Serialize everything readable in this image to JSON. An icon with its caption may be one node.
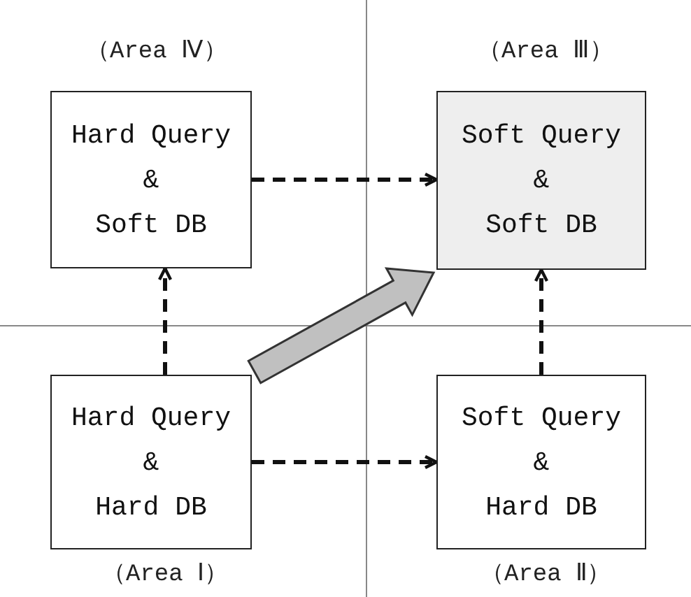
{
  "diagram": {
    "nodes": [
      {
        "text": [
          "Hard Query",
          "&",
          "Soft DB"
        ],
        "beside": [
          "（Area Ⅳ）"
        ]
      },
      {
        "text": [
          "Soft Query",
          "&",
          "Soft DB"
        ],
        "beside": [
          "（Area Ⅲ）"
        ]
      },
      {
        "text": [
          "Hard Query",
          "&",
          "Hard DB"
        ],
        "beside": [
          "（Area Ⅰ）"
        ]
      },
      {
        "text": [
          "Soft Query",
          "&",
          "Hard DB"
        ],
        "beside": [
          "（Area Ⅱ）"
        ]
      }
    ],
    "edges": [
      {
        "from": 2,
        "to": 0,
        "arrow": "to",
        "style": "dashed"
      },
      {
        "from": 2,
        "to": 3,
        "arrow": "to",
        "style": "dashed"
      },
      {
        "from": 0,
        "to": 1,
        "arrow": "to",
        "style": "dashed"
      },
      {
        "from": 3,
        "to": 1,
        "arrow": "to",
        "style": "dashed"
      },
      {
        "from": 2,
        "to": 1,
        "arrow": "to",
        "style": "thick",
        "color": "#c0c0c0"
      }
    ]
  }
}
